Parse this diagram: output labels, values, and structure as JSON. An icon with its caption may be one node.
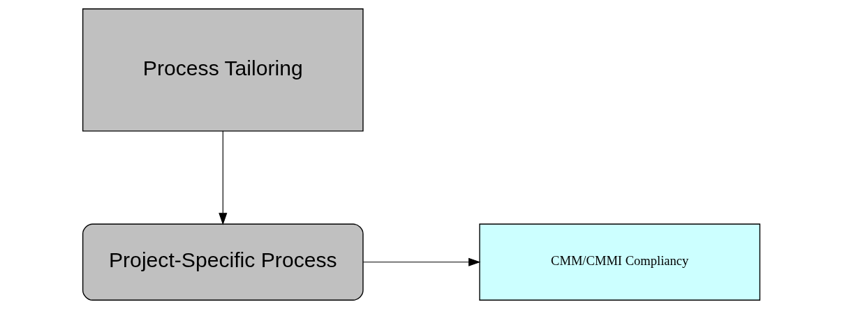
{
  "diagram": {
    "nodes": [
      {
        "text": [
          "Process Tailoring"
        ]
      },
      {
        "text": [
          "Project-Specific Process"
        ]
      },
      {
        "text": [
          "CMM/CMMI Compliancy"
        ]
      }
    ],
    "edges": [
      {
        "from": 0,
        "to": 1,
        "arrow": "to"
      },
      {
        "from": 1,
        "to": 2,
        "arrow": "to"
      }
    ]
  }
}
